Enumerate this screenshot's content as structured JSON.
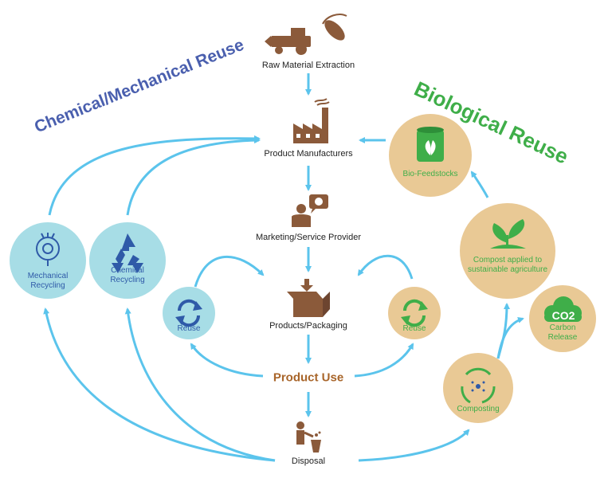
{
  "titles": {
    "chemical_mechanical": "Chemical/Mechanical Reuse",
    "biological": "Biological Reuse"
  },
  "stages": {
    "raw_material": "Raw Material Extraction",
    "manufacturers": "Product Manufacturers",
    "marketing": "Marketing/Service Provider",
    "packaging": "Products/Packaging",
    "product_use": "Product Use",
    "disposal": "Disposal"
  },
  "circles": {
    "mechanical": [
      "Mechanical",
      "Recycling"
    ],
    "chemical": [
      "Chemical",
      "Recycling"
    ],
    "reuse_left": "Reuse",
    "reuse_right": "Reuse",
    "bio_feedstocks": "Bio-Feedstocks",
    "compost": [
      "Compost applied to",
      "sustainable agriculture"
    ],
    "carbon_release": "Carbon Release",
    "co2": "CO2",
    "composting": "Composting"
  },
  "colors": {
    "arrow": "#5bc4ec",
    "blue_circle": "#a7dde6",
    "tan_circle": "#e9c995",
    "brown_icon": "#8b5a3a",
    "blue_text": "#2f5aa8",
    "green": "#3fae49",
    "title_blue": "#4a5fae",
    "product_use": "#a8652a"
  }
}
